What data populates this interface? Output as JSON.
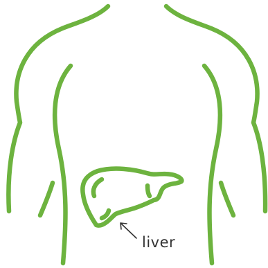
{
  "diagram": {
    "label": "liver",
    "colors": {
      "outline": "#6db33f",
      "label": "#333333",
      "arrow": "#333333",
      "background": "#ffffff"
    },
    "icons": [
      "torso-outline",
      "liver-shape",
      "pointer-arrow"
    ]
  }
}
